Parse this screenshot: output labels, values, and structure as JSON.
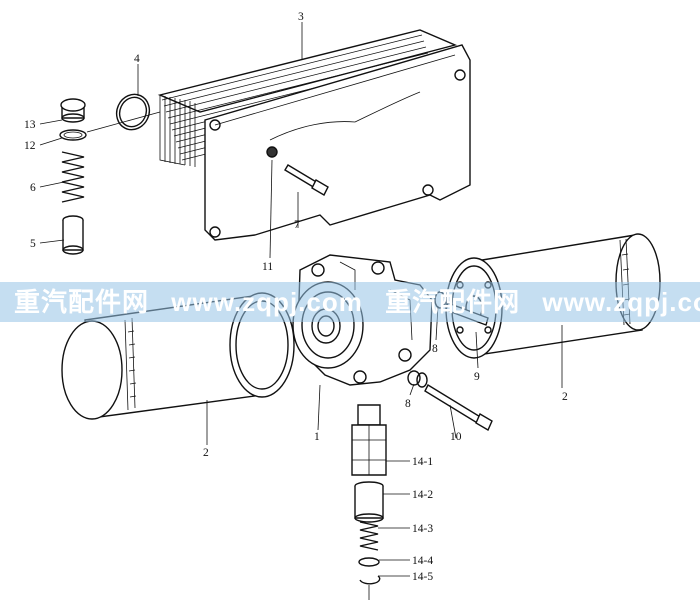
{
  "labels": {
    "l3": "3",
    "l4": "4",
    "l13": "13",
    "l12": "12",
    "l6": "6",
    "l5": "5",
    "l7": "7",
    "l11": "11",
    "l8a": "8",
    "l8b": "8",
    "l9": "9",
    "l10": "10",
    "l1": "1",
    "l2a": "2",
    "l2b": "2",
    "l14_1": "14-1",
    "l14_2": "14-2",
    "l14_3": "14-3",
    "l14_4": "14-4",
    "l14_5": "14-5"
  },
  "watermark": {
    "text1": "重汽配件网",
    "url1": "www.zqpj.com",
    "text2": "重汽配件网",
    "url2": "www.zqpj.com"
  }
}
